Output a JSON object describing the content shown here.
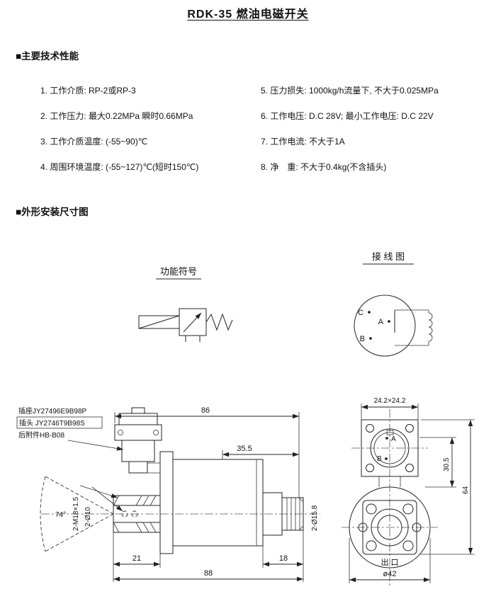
{
  "title": "RDK-35 燃油电磁开关",
  "specs": {
    "header": "■主要技术性能",
    "items_left": [
      "1. 工作介质: RP-2或RP-3",
      "2. 工作压力: 最大0.22MPa 瞬时0.66MPa",
      "3. 工作介质温度: (-55~90)℃",
      "4. 周围环境温度: (-55~127)℃(短时150℃)"
    ],
    "items_right": [
      "5. 压力损失: 1000kg/h流量下, 不大于0.025MPa",
      "6. 工作电压: D.C 28V; 最小工作电压: D.C 22V",
      "7. 工作电流: 不大于1A",
      "8. 净　重: 不大于0.4kg(不含插头)"
    ]
  },
  "drawing": {
    "header": "■外形安装尺寸图",
    "function_symbol_title": "功能符号",
    "wiring_title": "接 线 图",
    "wiring_pins": {
      "a": "A",
      "b": "B",
      "c": "C"
    },
    "front_pins": {
      "a": "A",
      "b": "B"
    },
    "labels": {
      "socket": "插座JY27496E9B98P",
      "plug": "插头 JY2746T9B98S",
      "accessory": "后附件HB-B08",
      "outlet": "出 口"
    },
    "dims": {
      "overall_top": "86",
      "body_len": "35.5",
      "cone_angle": "74°",
      "thread": "2-M18×1.5",
      "holes_stem": "2-Ø10",
      "holes_fitting": "2-Ø15.8",
      "seg_left": "21",
      "seg_right": "18",
      "overall_bottom": "88",
      "square": "24.2×24.2",
      "conn_offset": "30.5",
      "total_height": "64",
      "flange_dia": "ø42"
    }
  }
}
